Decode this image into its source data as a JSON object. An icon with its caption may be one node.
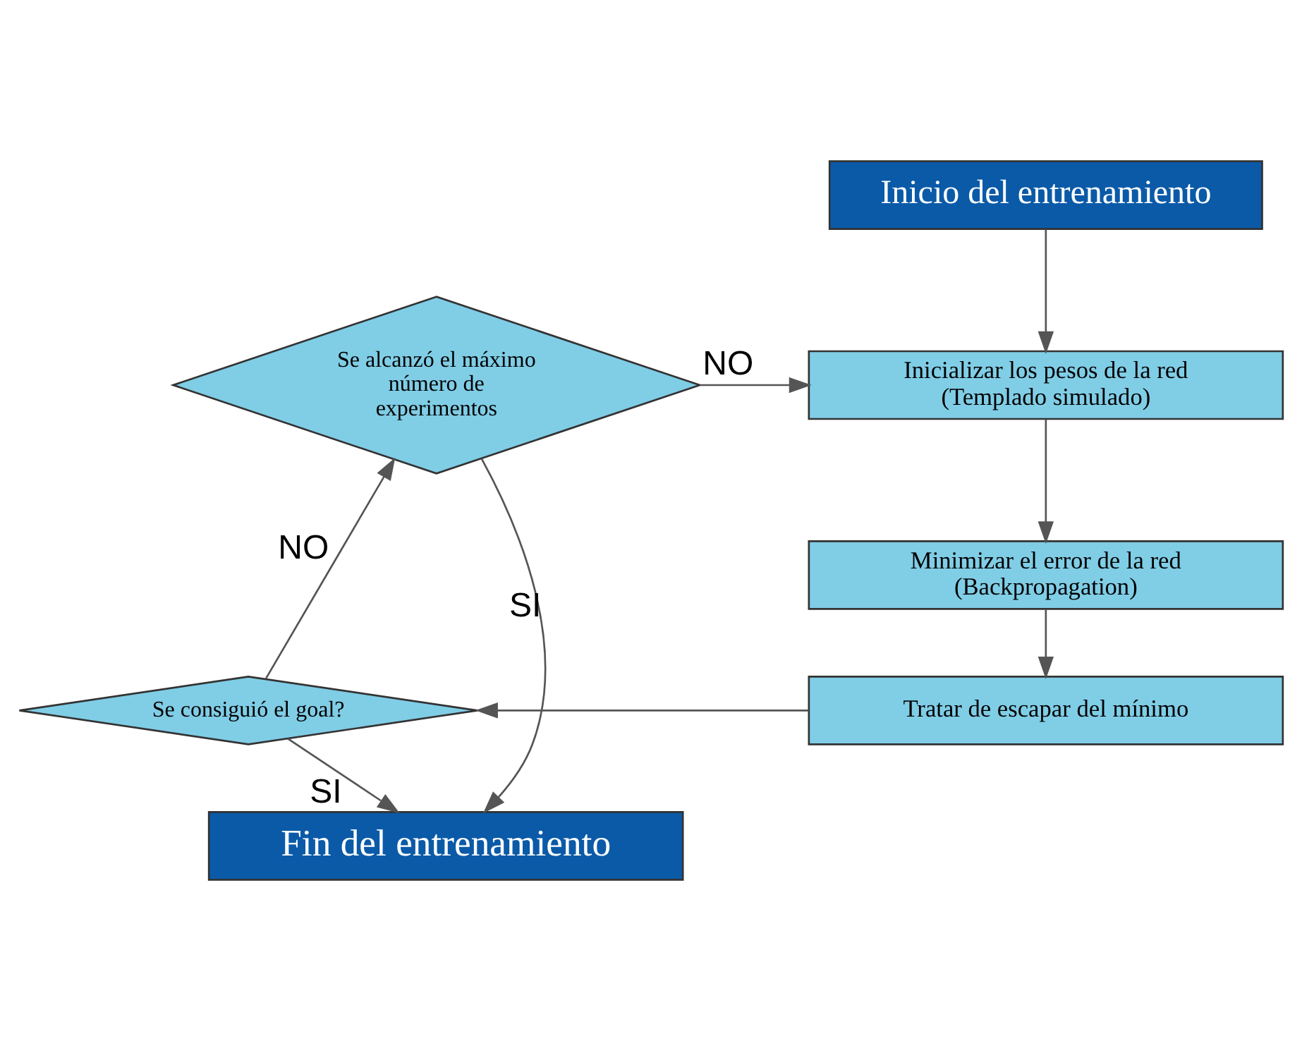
{
  "diagram": {
    "nodes": [
      {
        "text": [
          "Inicio del entrenamiento"
        ]
      },
      {
        "text": [
          "Inicializar los pesos de la red (Templado simulado)"
        ]
      },
      {
        "text": [
          "Minimizar el error de la red (Backpropagation)"
        ]
      },
      {
        "text": [
          "Tratar de escapar del mínimo"
        ]
      },
      {
        "text": [
          "Se alcanzó el máximo número de experimentos"
        ]
      },
      {
        "text": [
          "Se consiguió el goal?"
        ]
      },
      {
        "text": [
          "Fin del entrenamiento"
        ]
      }
    ],
    "edges": [
      {
        "from": 0,
        "to": 1,
        "arrow": "to"
      },
      {
        "from": 1,
        "to": 2,
        "arrow": "to"
      },
      {
        "from": 2,
        "to": 3,
        "arrow": "to"
      },
      {
        "from": 3,
        "to": 5,
        "arrow": "to"
      },
      {
        "from": 5,
        "to": 4,
        "arrow": "to",
        "label": "NO"
      },
      {
        "from": 4,
        "to": 1,
        "arrow": "to",
        "label": "NO"
      },
      {
        "from": 4,
        "to": 6,
        "arrow": "to",
        "label": "SI"
      },
      {
        "from": 5,
        "to": 6,
        "arrow": "to",
        "label": "SI"
      }
    ]
  }
}
